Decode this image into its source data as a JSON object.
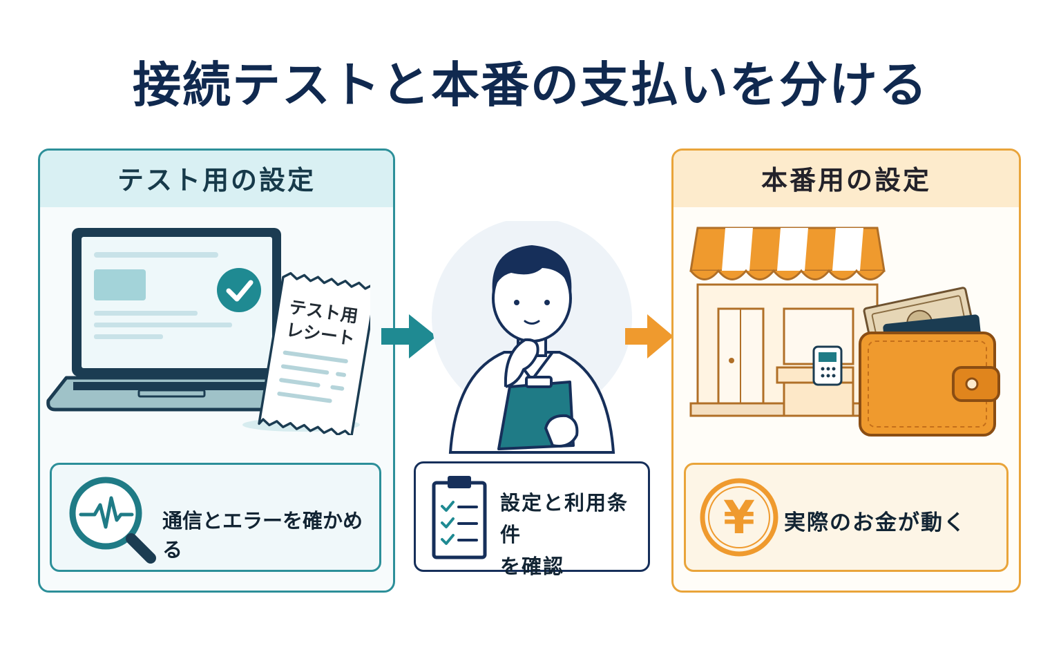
{
  "title": "接続テストと本番の支払いを分ける",
  "left_panel": {
    "header": "テスト用の設定",
    "receipt_line1": "テスト用",
    "receipt_line2": "レシート",
    "info_text": "通信とエラーを確かめる",
    "color": "#2c8f99"
  },
  "middle": {
    "info_line1": "設定と利用条件",
    "info_line2": "を確認",
    "color": "#162f5a"
  },
  "right_panel": {
    "header": "本番用の設定",
    "info_text": "実際のお金が動く",
    "currency_symbol": "¥",
    "color": "#e9a43a"
  },
  "icons": {
    "laptop": "laptop-icon",
    "check": "check-icon",
    "receipt": "receipt-icon",
    "magnifier": "magnifier-pulse-icon",
    "person": "person-icon",
    "clipboard": "clipboard-icon",
    "checklist": "checklist-icon",
    "store": "store-icon",
    "wallet": "wallet-icon",
    "yen": "yen-coin-icon",
    "arrow_left": "teal-arrow-icon",
    "arrow_right": "orange-arrow-icon"
  }
}
